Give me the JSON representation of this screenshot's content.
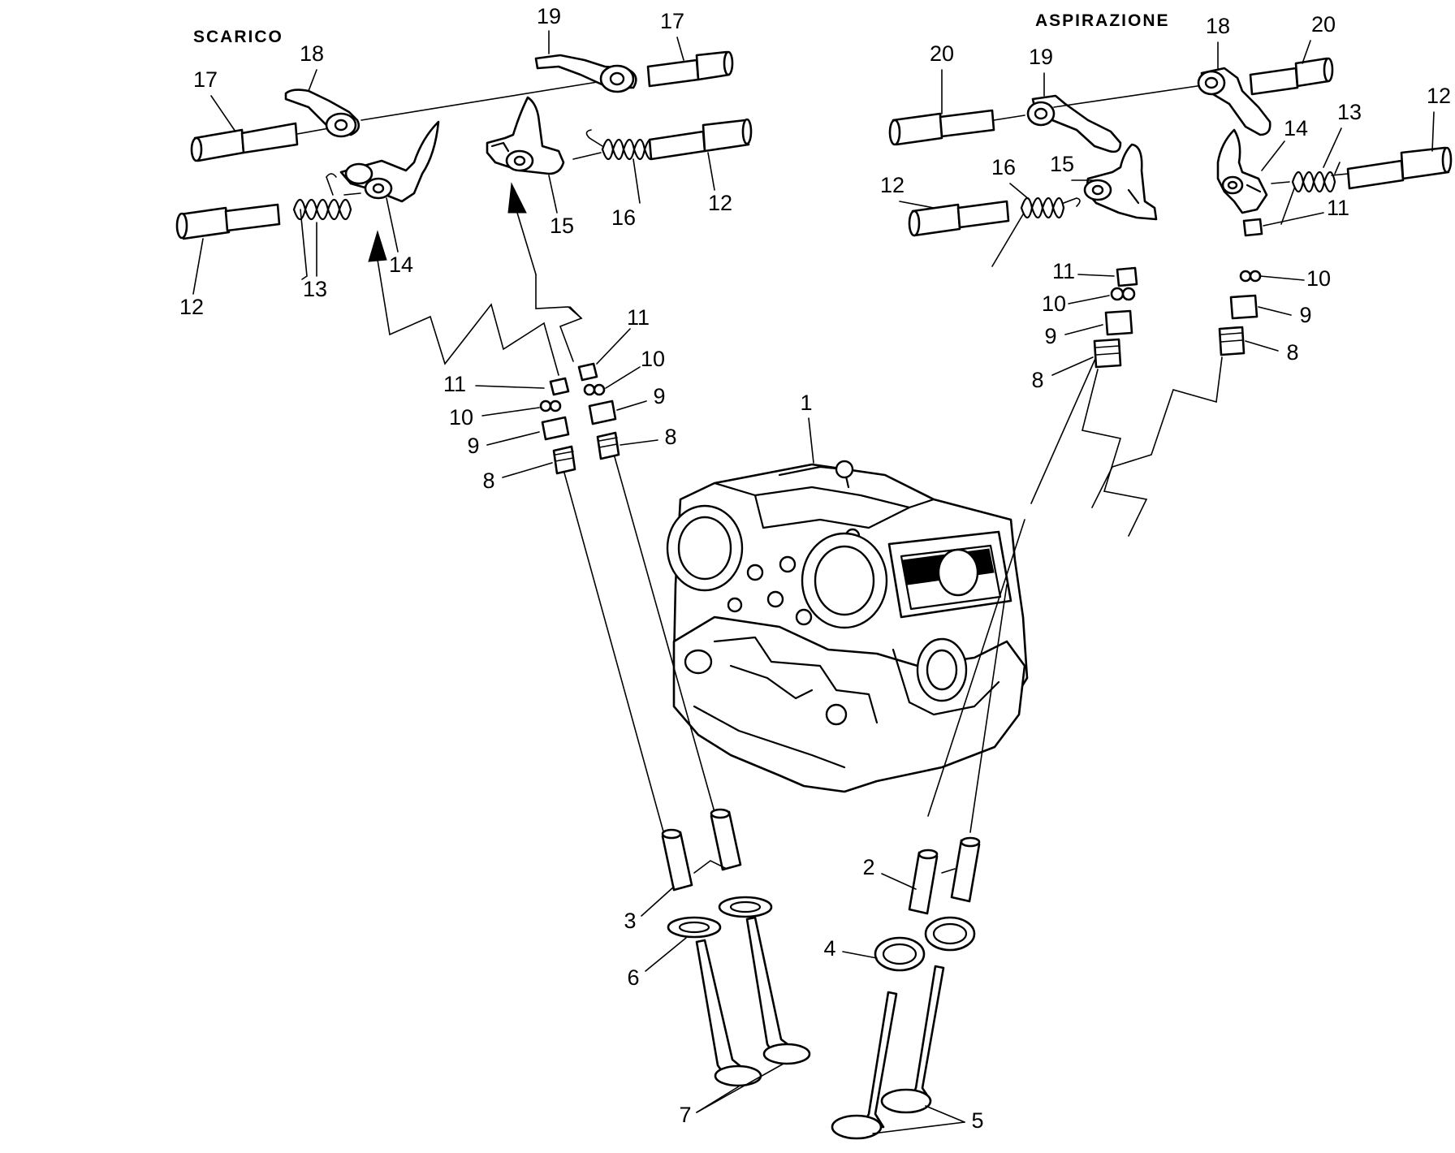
{
  "sections": {
    "exhaust": "SCARICO",
    "intake": "ASPIRAZIONE"
  },
  "callouts": {
    "head": "1",
    "intake_guide": "2",
    "exhaust_guide": "3",
    "intake_seat": "4",
    "intake_valves": "5",
    "exhaust_seat": "6",
    "exhaust_valves": "7",
    "exh_l_seal": "8",
    "exh_l_collar": "9",
    "exh_l_cotter": "10",
    "exh_l_cap": "11",
    "exh_r_seal": "8",
    "exh_r_collar": "9",
    "exh_r_cotter": "10",
    "exh_r_cap": "11",
    "int_l_seal": "8",
    "int_l_collar": "9",
    "int_l_cotter": "10",
    "int_l_cap": "11",
    "int_r_seal": "8",
    "int_r_collar": "9",
    "int_r_cotter": "10",
    "int_r_cap": "11",
    "exh_pin_12a": "12",
    "exh_spring_13": "13",
    "exh_rocker_14": "14",
    "exh_rocker_15": "15",
    "exh_spring_16": "16",
    "exh_pin_12b": "12",
    "exh_pin_17a": "17",
    "exh_rocker_18": "18",
    "exh_rocker_19": "19",
    "exh_pin_17b": "17",
    "int_pin_20a": "20",
    "int_rocker_19": "19",
    "int_rocker_18": "18",
    "int_pin_20b": "20",
    "int_pin_12a": "12",
    "int_spring_16": "16",
    "int_rocker_15": "15",
    "int_rocker_14": "14",
    "int_spring_13": "13",
    "int_pin_12b": "12"
  }
}
